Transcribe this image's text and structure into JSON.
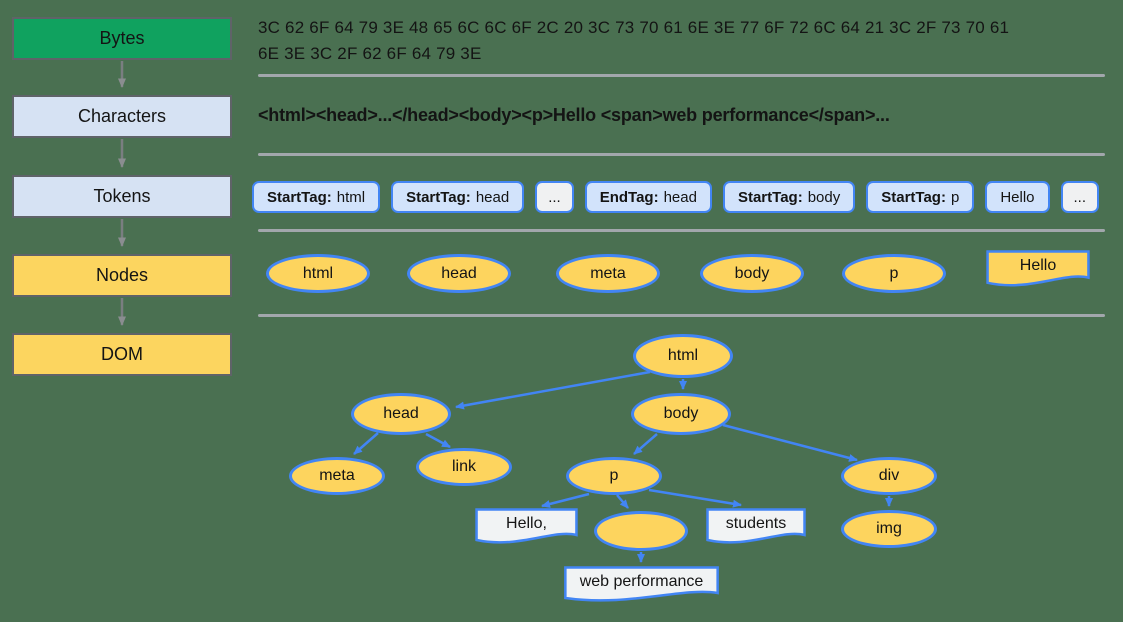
{
  "title": "DOM construction pipeline",
  "colors": {
    "background": "#4A7051",
    "bytes_stage_fill": "#10A25F",
    "characters_stage_fill": "#D6E2F3",
    "nodes_stage_fill": "#FCD55F",
    "node_ellipse_fill": "#FDD45E",
    "shape_border_blue": "#4285F4",
    "token_fill": "#D2E3FB",
    "text_node_fill": "#F1F3F4",
    "stage_border_gray": "#5F6368",
    "divider_gray": "#A2A7AC",
    "arrow_blue": "#4285F4",
    "arrow_gray": "#808487"
  },
  "pipeline": {
    "stages": [
      {
        "label": "Bytes"
      },
      {
        "label": "Characters"
      },
      {
        "label": "Tokens"
      },
      {
        "label": "Nodes"
      },
      {
        "label": "DOM"
      }
    ]
  },
  "bytes_row": {
    "line1": "3C 62 6F 64 79 3E 48 65 6C 6C 6F 2C 20 3C 73 70 61 6E 3E 77 6F 72 6C 64 21 3C 2F 73 70 61",
    "line2": "6E 3E 3C 2F 62 6F 64 79 3E"
  },
  "characters_row": {
    "text": "<html><head>...</head><body><p>Hello <span>web performance</span>..."
  },
  "tokens_row": {
    "items": [
      {
        "kind": "StartTag:",
        "value": "html"
      },
      {
        "kind": "StartTag:",
        "value": "head"
      },
      {
        "kind": "",
        "value": "..."
      },
      {
        "kind": "EndTag:",
        "value": "head"
      },
      {
        "kind": "StartTag:",
        "value": "body"
      },
      {
        "kind": "StartTag:",
        "value": "p"
      },
      {
        "kind": "",
        "value": "Hello"
      },
      {
        "kind": "",
        "value": "..."
      }
    ]
  },
  "nodes_row": {
    "items": [
      {
        "label": "html"
      },
      {
        "label": "head"
      },
      {
        "label": "meta"
      },
      {
        "label": "body"
      },
      {
        "label": "p"
      },
      {
        "label": "Hello"
      }
    ]
  },
  "dom_tree": {
    "html": "html",
    "head": "head",
    "body": "body",
    "meta": "meta",
    "link": "link",
    "p": "p",
    "div": "div",
    "img": "img",
    "text_hello": "Hello,",
    "text_students": "students",
    "text_webperf": "web performance"
  }
}
